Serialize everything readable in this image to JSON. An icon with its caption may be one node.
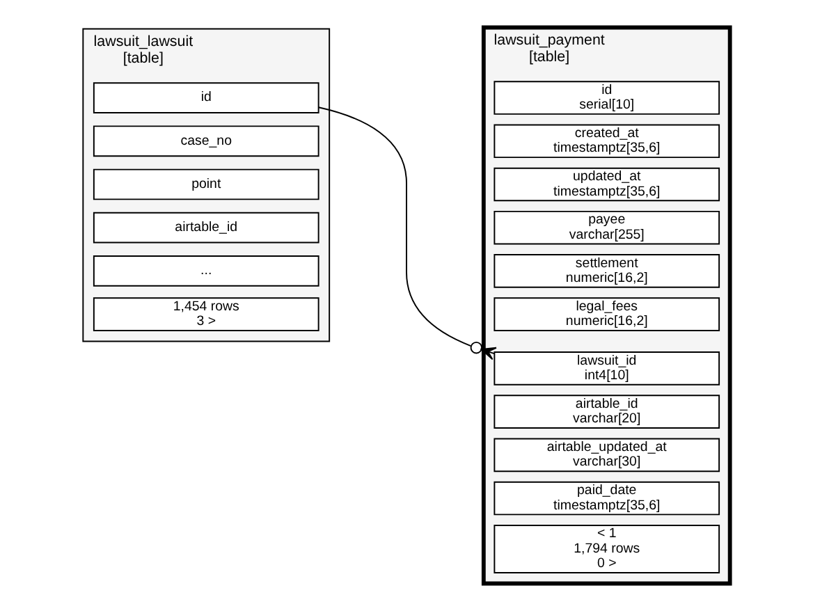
{
  "diagram": {
    "nodes": [
      {
        "text": [
          "lawsuit_lawsuit",
          "[table]"
        ]
      },
      {
        "text": [
          "id"
        ],
        "in": 0
      },
      {
        "text": [
          "case_no"
        ],
        "in": 0
      },
      {
        "text": [
          "point"
        ],
        "in": 0
      },
      {
        "text": [
          "airtable_id"
        ],
        "in": 0
      },
      {
        "text": [
          "..."
        ],
        "in": 0
      },
      {
        "text": [
          "1,454 rows",
          "3 >"
        ],
        "in": 0
      },
      {
        "text": [
          "lawsuit_payment",
          "[table]"
        ]
      },
      {
        "text": [
          "id",
          "serial[10]"
        ],
        "in": 7
      },
      {
        "text": [
          "created_at",
          "timestamptz[35,6]"
        ],
        "in": 7
      },
      {
        "text": [
          "updated_at",
          "timestamptz[35,6]"
        ],
        "in": 7
      },
      {
        "text": [
          "payee",
          "varchar[255]"
        ],
        "in": 7
      },
      {
        "text": [
          "settlement",
          "numeric[16,2]"
        ],
        "in": 7
      },
      {
        "text": [
          "legal_fees",
          "numeric[16,2]"
        ],
        "in": 7
      },
      {
        "text": [
          "lawsuit_id",
          "int4[10]"
        ],
        "in": 7
      },
      {
        "text": [
          "airtable_id",
          "varchar[20]"
        ],
        "in": 7
      },
      {
        "text": [
          "airtable_updated_at",
          "varchar[30]"
        ],
        "in": 7
      },
      {
        "text": [
          "paid_date",
          "timestamptz[35,6]"
        ],
        "in": 7
      },
      {
        "text": [
          "< 1",
          "1,794 rows",
          "0 >"
        ],
        "in": 7
      }
    ],
    "edges": [
      {
        "from": 1,
        "to": 14,
        "arrow": "other"
      }
    ]
  }
}
